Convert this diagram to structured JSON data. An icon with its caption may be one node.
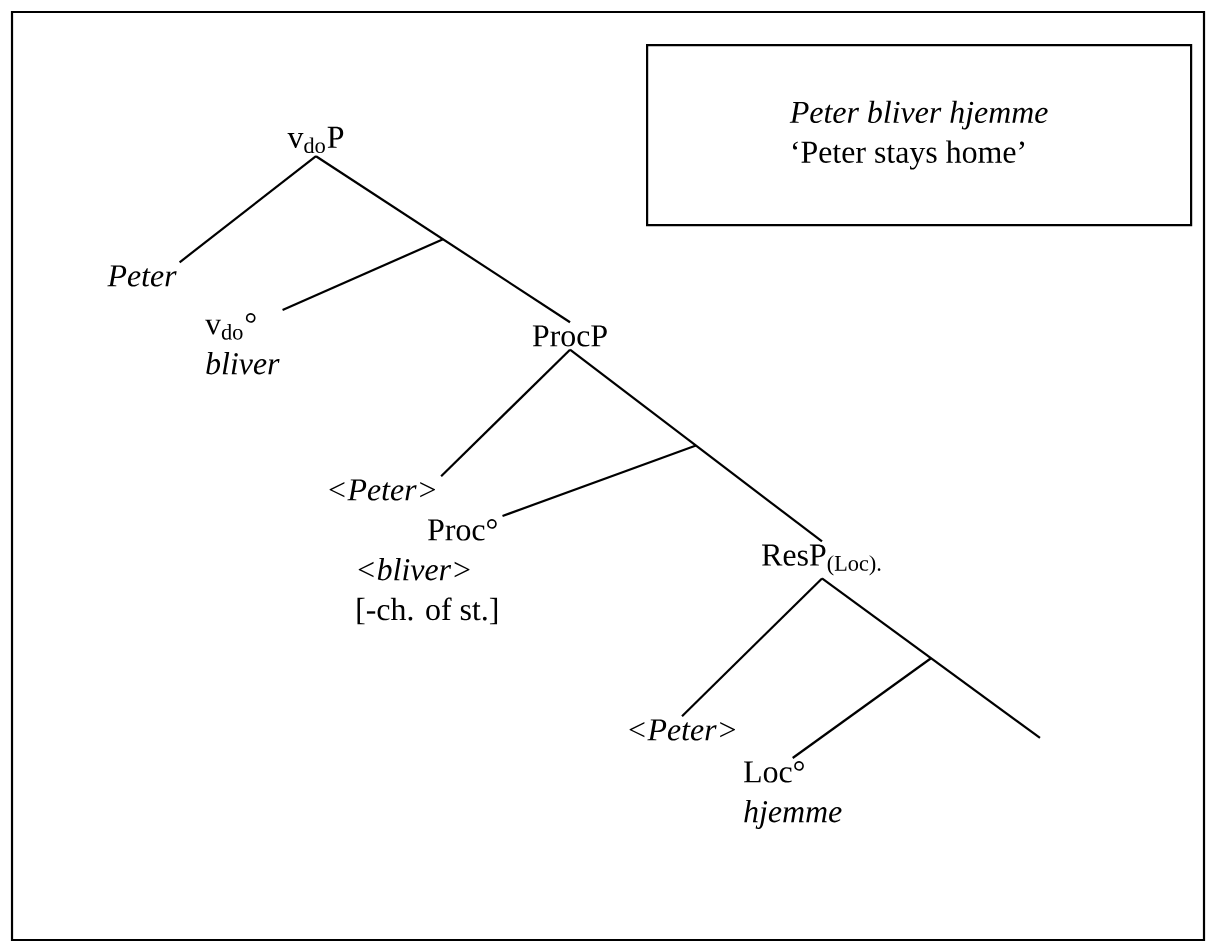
{
  "diagram": {
    "nodes": [
      {
        "text": [
          "v$_{do}$P"
        ]
      },
      {
        "text": [
          "Peter"
        ]
      },
      {
        "text": [
          "v$_{do}$°",
          "bliver"
        ]
      },
      {
        "text": [
          "ProcP"
        ]
      },
      {
        "text": [
          "<Peter>"
        ]
      },
      {
        "text": [
          "Proc°",
          "<bliver>",
          "[-ch. of st.]"
        ]
      },
      {
        "text": [
          "ResP$_{(Loc).}$"
        ]
      },
      {
        "text": [
          "<Peter>"
        ]
      },
      {
        "text": [
          "Loc°",
          "hjemme"
        ]
      },
      {
        "text": [
          "Peter bliver hjemme",
          "‘Peter stays home’"
        ]
      }
    ],
    "edges": [
      {
        "from": 0,
        "to": 1,
        "arrow": "none"
      },
      {
        "from": 0,
        "to": 3,
        "arrow": "none"
      },
      {
        "from": null,
        "to": 2,
        "arrow": "none"
      },
      {
        "from": 3,
        "to": 4,
        "arrow": "none"
      },
      {
        "from": 3,
        "to": 6,
        "arrow": "none"
      },
      {
        "from": null,
        "to": 5,
        "arrow": "none"
      },
      {
        "from": 6,
        "to": 7,
        "arrow": "none"
      },
      {
        "from": 6,
        "to": null,
        "arrow": "none"
      },
      {
        "from": null,
        "to": 8,
        "arrow": "none"
      }
    ]
  }
}
